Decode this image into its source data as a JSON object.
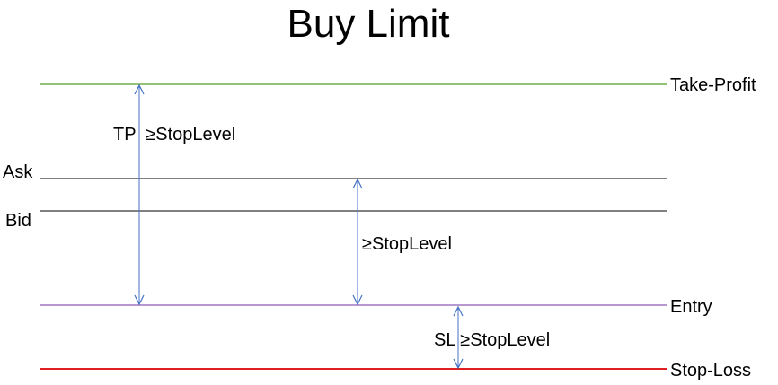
{
  "title": "Buy Limit",
  "levels": {
    "take_profit": {
      "label": "Take-Profit",
      "color": "#70ad47"
    },
    "ask": {
      "label": "Ask",
      "color": "#000000"
    },
    "bid": {
      "label": "Bid",
      "color": "#000000"
    },
    "entry": {
      "label": "Entry",
      "color": "#7030a0"
    },
    "stop_loss": {
      "label": "Stop-Loss",
      "color": "#e02020"
    }
  },
  "distances": {
    "tp": {
      "label": "TP  ≥StopLevel",
      "color": "#4472c4"
    },
    "entry_ask": {
      "label": "≥StopLevel",
      "color": "#4472c4"
    },
    "sl": {
      "label": "SL ≥StopLevel",
      "color": "#4472c4"
    }
  }
}
